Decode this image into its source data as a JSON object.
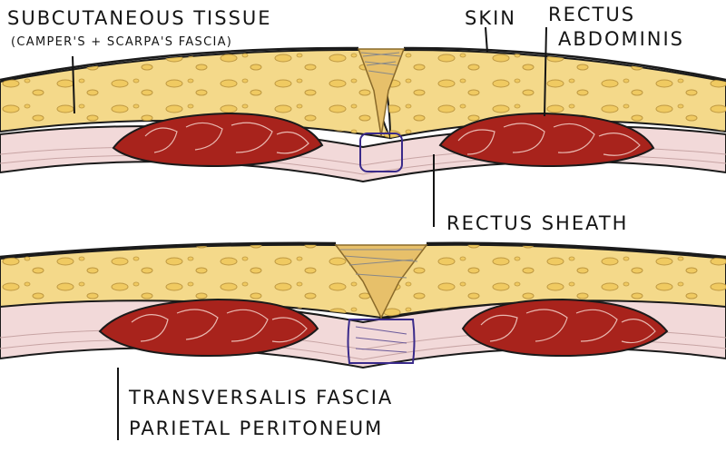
{
  "labels": {
    "subcutaneous": "SUBCUTANEOUS TISSUE",
    "fascia_sub": "(CAMPER'S + SCARPA'S FASCIA)",
    "skin": "SKIN",
    "rectus_1": "RECTUS",
    "rectus_2": "ABDOMINIS",
    "rectus_sheath": "RECTUS SHEATH",
    "transversalis": "TRANSVERSALIS FASCIA",
    "peritoneum": "PARIETAL PERITONEUM"
  },
  "colors": {
    "skin_fat": "#f4d98a",
    "fat_globule": "#efc85c",
    "sheath": "#f2d9d9",
    "muscle": "#a8231c",
    "muscle_dark": "#7a1410",
    "outline": "#1a1a1a",
    "suture_ring": "#3a2a8a",
    "wound_edge": "#c99a3a"
  }
}
